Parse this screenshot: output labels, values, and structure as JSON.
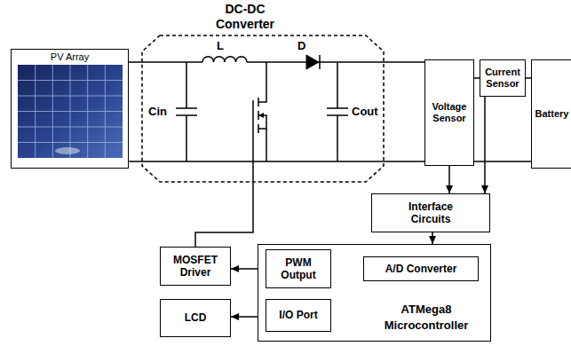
{
  "diagram": {
    "nodes": [
      {
        "text": [
          "PV Array"
        ]
      },
      {
        "text": [
          "DC-DC Converter"
        ]
      },
      {
        "text": [
          "Voltage Sensor"
        ]
      },
      {
        "text": [
          "Current Sensor"
        ]
      },
      {
        "text": [
          "Battery"
        ]
      },
      {
        "text": [
          "Interface Circuits"
        ]
      },
      {
        "text": [
          "MOSFET Driver"
        ]
      },
      {
        "text": [
          "ATMega8 Microcontroller"
        ]
      },
      {
        "text": [
          "PWM Output"
        ],
        "in": 7
      },
      {
        "text": [
          "A/D Converter"
        ],
        "in": 7
      },
      {
        "text": [
          "LCD"
        ]
      },
      {
        "text": [
          "I/O Port"
        ],
        "in": 7
      }
    ],
    "edges": [
      {
        "from": 0,
        "to": 1,
        "arrow": "none"
      },
      {
        "from": 0,
        "to": 1,
        "arrow": "none"
      },
      {
        "from": 1,
        "to": 2,
        "arrow": "none"
      },
      {
        "from": 1,
        "to": 2,
        "arrow": "none"
      },
      {
        "from": 2,
        "to": 3,
        "arrow": "none"
      },
      {
        "from": 3,
        "to": 4,
        "arrow": "none"
      },
      {
        "from": 2,
        "to": 4,
        "arrow": "none"
      },
      {
        "from": 2,
        "to": 5,
        "arrow": "to"
      },
      {
        "from": 3,
        "to": 5,
        "arrow": "to"
      },
      {
        "from": 5,
        "to": 7,
        "arrow": "to"
      },
      {
        "from": 8,
        "to": 6,
        "arrow": "to"
      },
      {
        "from": 11,
        "to": 10,
        "arrow": "to"
      },
      {
        "from": 6,
        "to": 1,
        "arrow": "none"
      }
    ],
    "labels": [
      "L",
      "D",
      "Cin",
      "Cout"
    ]
  }
}
